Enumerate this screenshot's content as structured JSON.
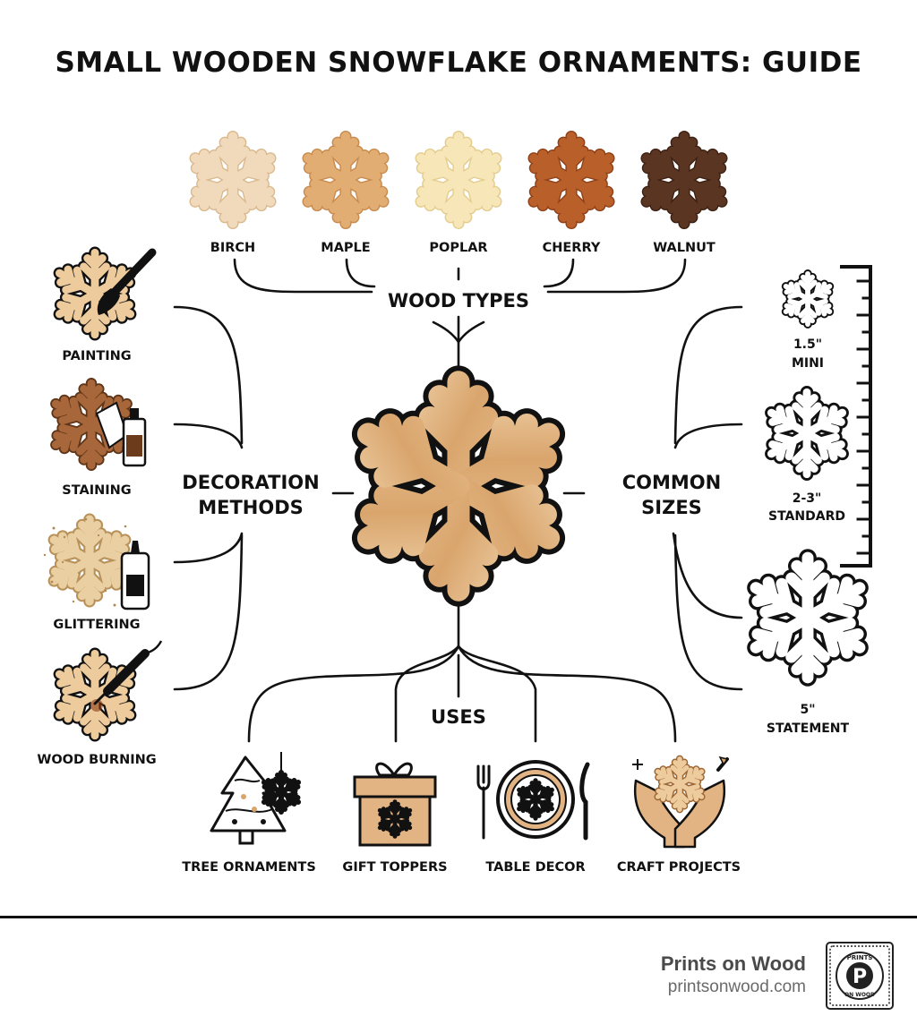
{
  "title": "SMALL WOODEN SNOWFLAKE ORNAMENTS: GUIDE",
  "wood_types": {
    "heading": "WOOD TYPES",
    "items": [
      {
        "label": "BIRCH",
        "color": "#F1D9BC"
      },
      {
        "label": "MAPLE",
        "color": "#E2AD72"
      },
      {
        "label": "POPLAR",
        "color": "#F6E6B8"
      },
      {
        "label": "CHERRY",
        "color": "#B85F2A"
      },
      {
        "label": "WALNUT",
        "color": "#5A3522"
      }
    ]
  },
  "decoration": {
    "heading_line1": "DECORATION",
    "heading_line2": "METHODS",
    "items": [
      {
        "label": "PAINTING",
        "icon": "paintbrush-icon"
      },
      {
        "label": "STAINING",
        "icon": "stain-bottle-icon"
      },
      {
        "label": "GLITTERING",
        "icon": "glue-bottle-icon"
      },
      {
        "label": "WOOD BURNING",
        "icon": "wood-burning-pen-icon"
      }
    ]
  },
  "sizes": {
    "heading_line1": "COMMON",
    "heading_line2": "SIZES",
    "items": [
      {
        "size": "1.5\"",
        "name": "MINI"
      },
      {
        "size": "2-3\"",
        "name": "STANDARD"
      },
      {
        "size": "5\"",
        "name": "STATEMENT"
      }
    ]
  },
  "uses": {
    "heading": "USES",
    "items": [
      {
        "label": "TREE ORNAMENTS",
        "icon": "christmas-tree-icon"
      },
      {
        "label": "GIFT TOPPERS",
        "icon": "gift-box-icon"
      },
      {
        "label": "TABLE DECOR",
        "icon": "plate-setting-icon"
      },
      {
        "label": "CRAFT PROJECTS",
        "icon": "hands-craft-icon"
      }
    ]
  },
  "colors": {
    "wood_light": "#EDCB9C",
    "wood_mid": "#D9A56D",
    "wood_stain": "#A8673A",
    "outline": "#111111"
  },
  "footer": {
    "brand_name": "Prints on Wood",
    "brand_url": "printsonwood.com",
    "logo_letter": "P",
    "logo_text_top": "PRINTS",
    "logo_text_bottom": "ON WOOD"
  }
}
